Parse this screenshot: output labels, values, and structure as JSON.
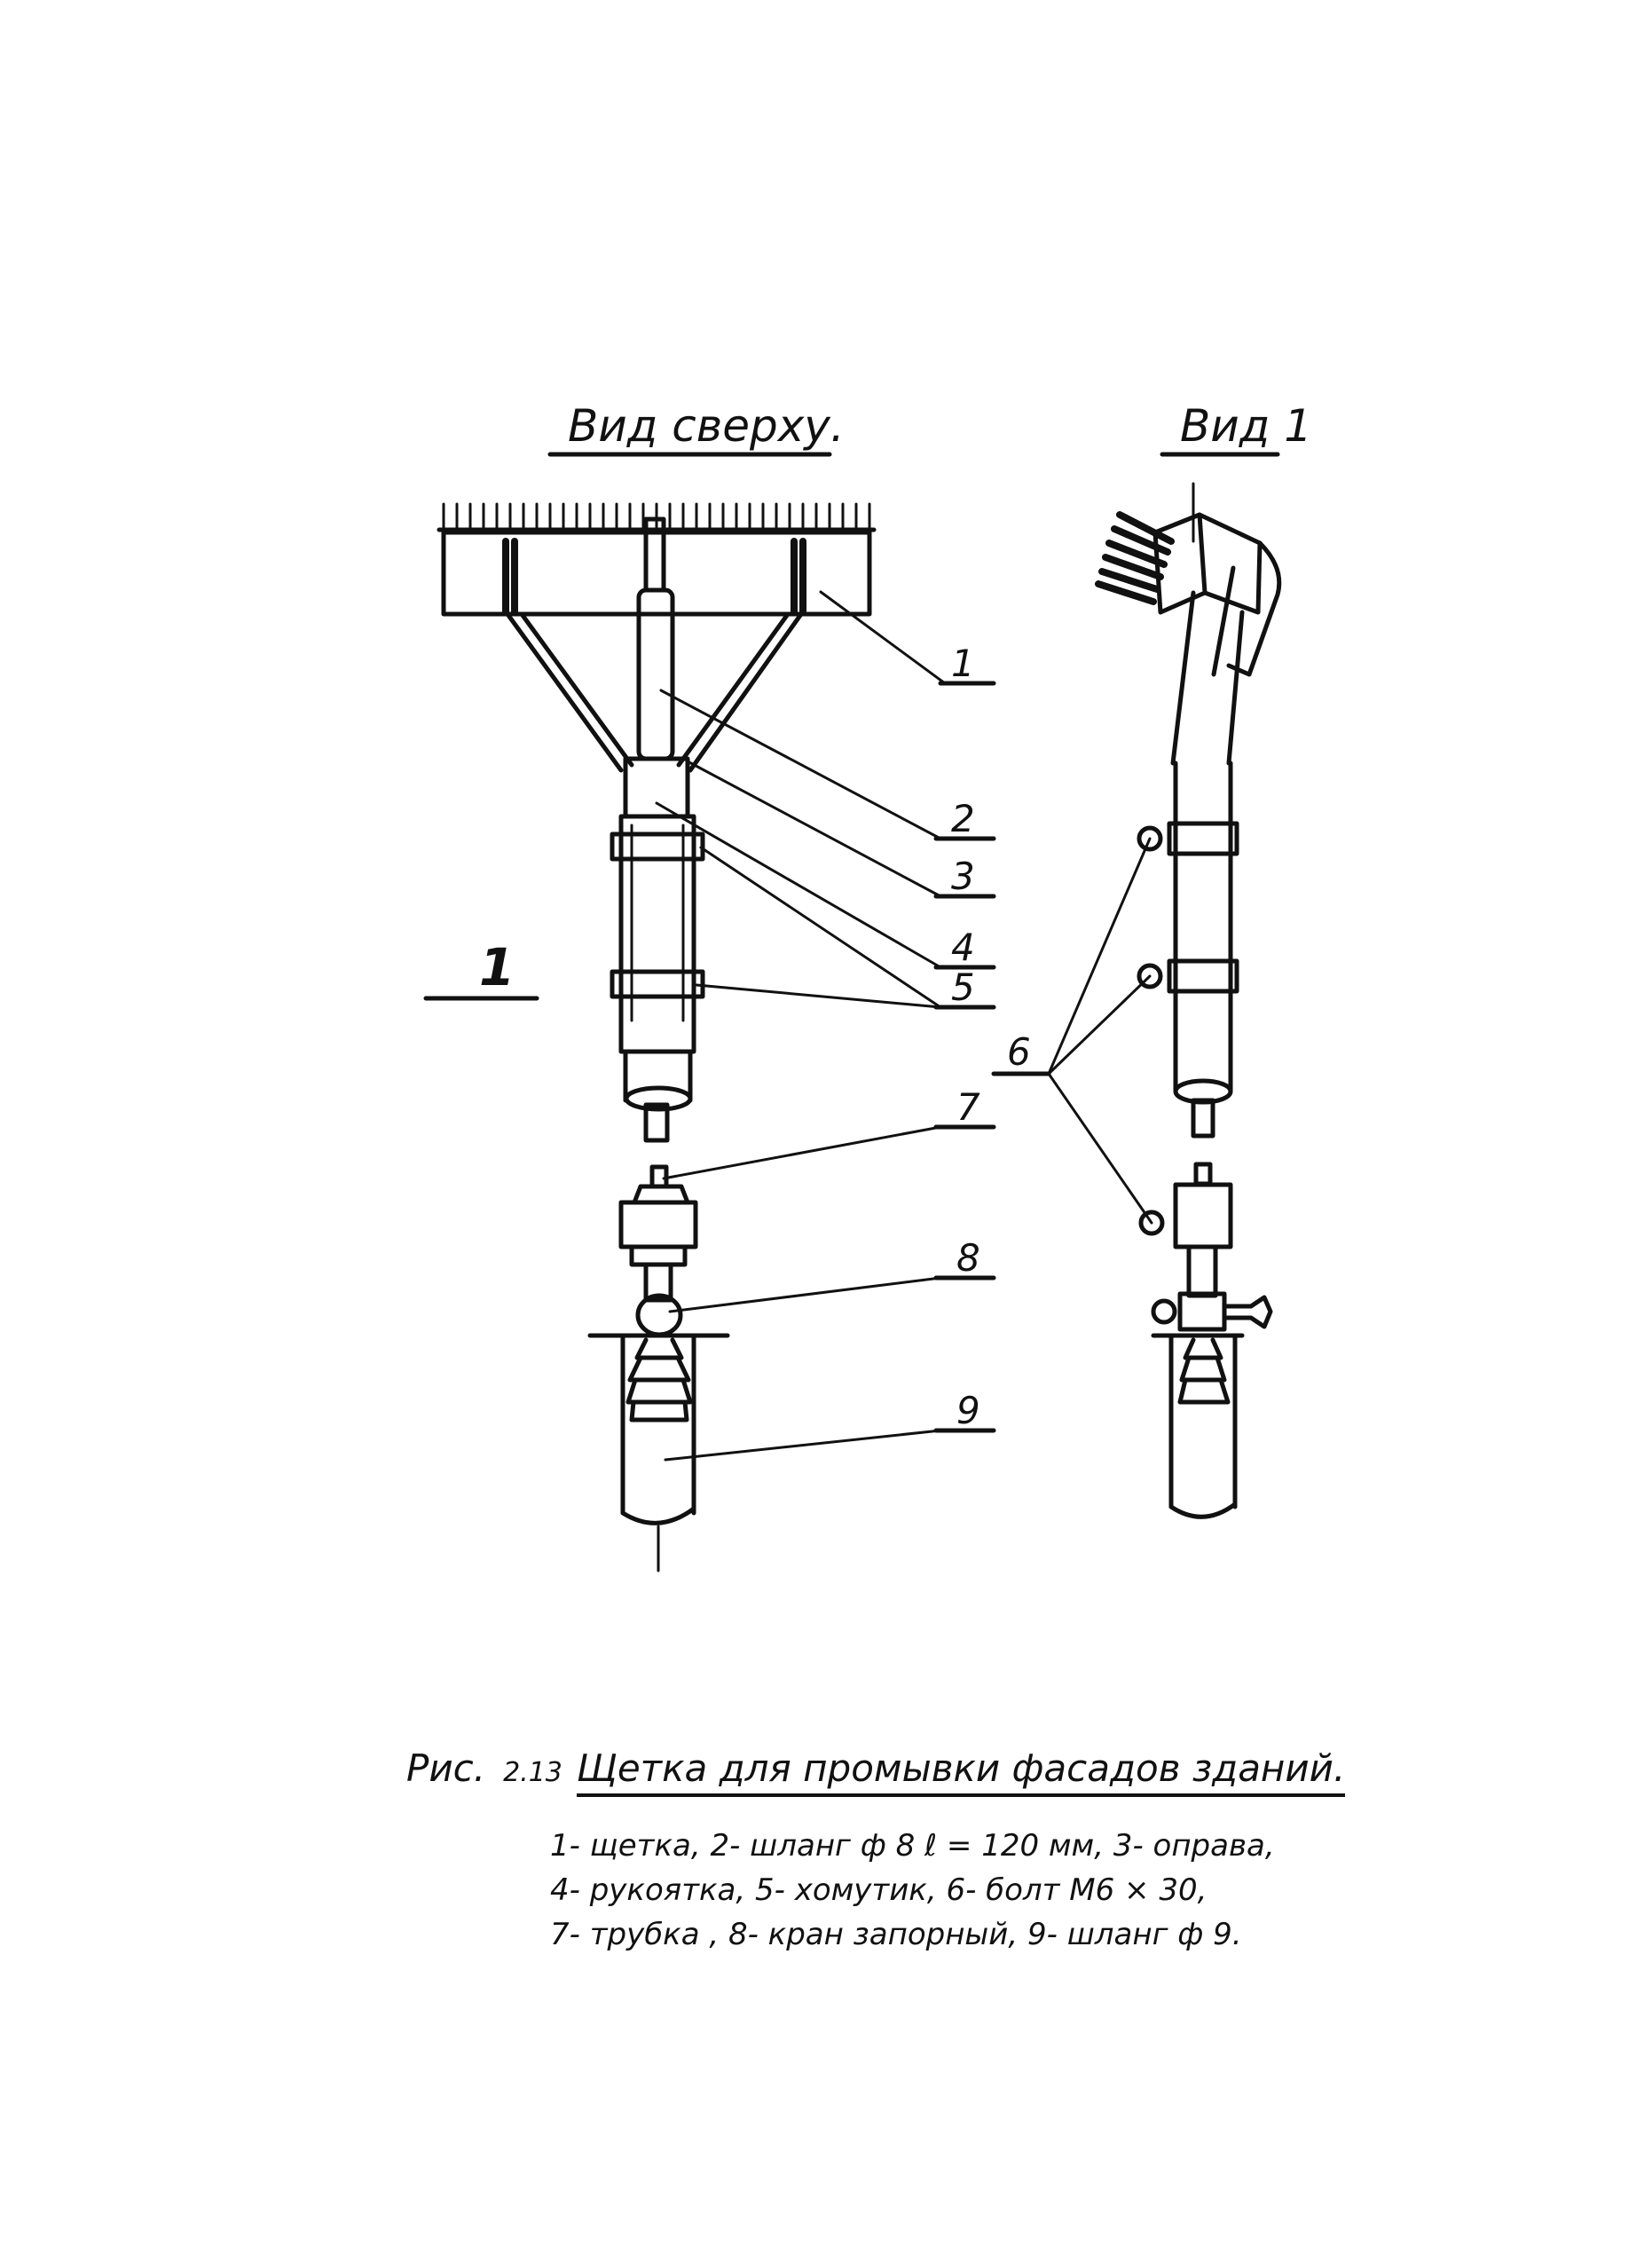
{
  "views": {
    "top_view_title": "Вид сверху.",
    "side_view_title": "Вид 1",
    "section_marker": "1"
  },
  "callouts": {
    "n1": "1",
    "n2": "2",
    "n3": "3",
    "n4": "4",
    "n5": "5",
    "n6": "6",
    "n7": "7",
    "n8": "8",
    "n9": "9"
  },
  "figure": {
    "prefix": "Рис.",
    "number": "2.13",
    "title": "Щетка для промывки фасадов зданий."
  },
  "legend": {
    "line1": "1- щетка, 2- шланг ф 8 ℓ = 120 мм, 3- оправа,",
    "line2": "4- рукоятка, 5- хомутик, 6- болт М6 × 30,",
    "line3": "7- трубка , 8- кран запорный, 9- шланг ф 9."
  }
}
